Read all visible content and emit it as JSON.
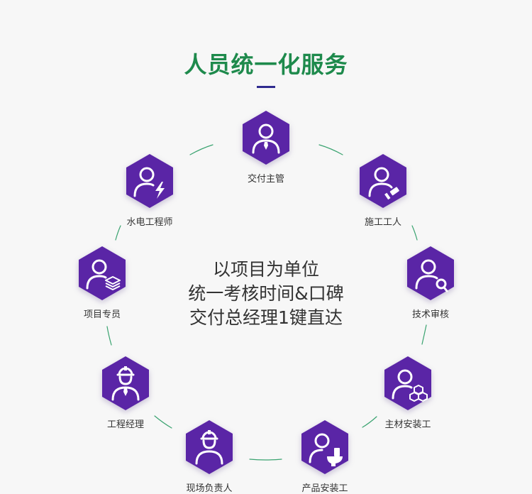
{
  "header": {
    "title": "人员统一化服务"
  },
  "center": {
    "line1": "以项目为单位",
    "line2": "统一考核时间&口碑",
    "line3": "交付总经理1键直达"
  },
  "colors": {
    "hex_fill": "#5a25a6",
    "title": "#1e8a4c",
    "connector": "#3aa370",
    "underline": "#2f2b8f"
  },
  "roles": [
    {
      "label": "交付主管",
      "icon": "manager-tie-icon"
    },
    {
      "label": "施工工人",
      "icon": "worker-brush-icon"
    },
    {
      "label": "技术审核",
      "icon": "technical-review-magnifier-icon"
    },
    {
      "label": "主材安装工",
      "icon": "material-installer-boxes-icon"
    },
    {
      "label": "产品安装工",
      "icon": "product-installer-toilet-icon"
    },
    {
      "label": "现场负责人",
      "icon": "site-manager-helmet-icon"
    },
    {
      "label": "工程经理",
      "icon": "project-manager-helmet-icon"
    },
    {
      "label": "项目专员",
      "icon": "project-specialist-layers-icon"
    },
    {
      "label": "水电工程师",
      "icon": "electrician-bolt-icon"
    }
  ]
}
